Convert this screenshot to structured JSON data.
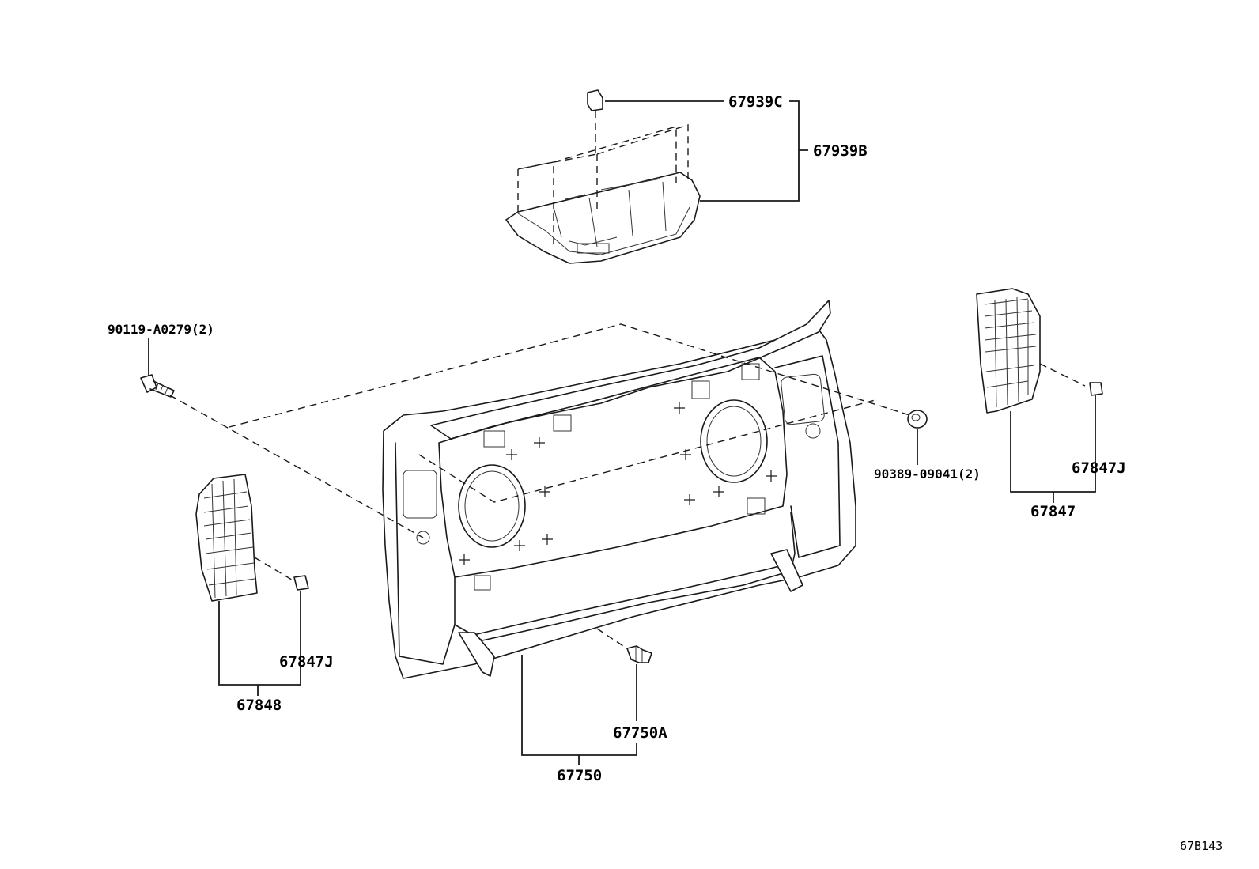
{
  "diagram_ref": "67B143",
  "callouts": {
    "c_67939C": "67939C",
    "c_67939B": "67939B",
    "c_90119": "90119-A0279(2)",
    "c_90389": "90389-09041(2)",
    "c_67847J_right": "67847J",
    "c_67847": "67847",
    "c_67847J_left": "67847J",
    "c_67848": "67848",
    "c_67750A": "67750A",
    "c_67750": "67750"
  }
}
